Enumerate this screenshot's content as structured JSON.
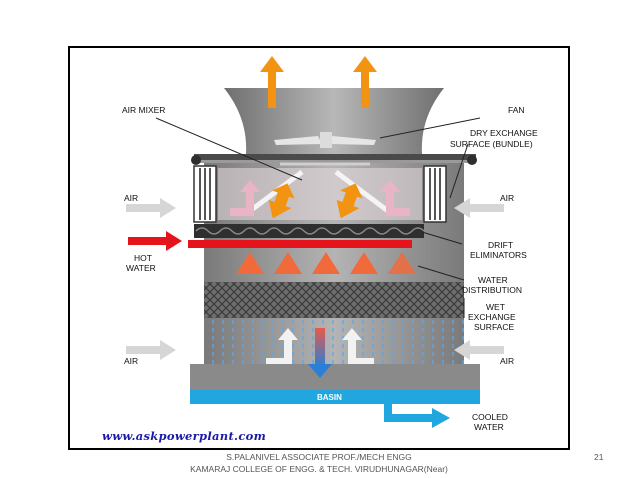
{
  "diagram": {
    "labels": {
      "air_mixer": "AIR MIXER",
      "fan": "FAN",
      "dry_exchange_1": "DRY EXCHANGE",
      "dry_exchange_2": "SURFACE (BUNDLE)",
      "air_top_left": "AIR",
      "air_top_right": "AIR",
      "drift_1": "DRIFT",
      "drift_2": "ELIMINATORS",
      "hot_water_1": "HOT",
      "hot_water_2": "WATER",
      "water_dist_1": "WATER",
      "water_dist_2": "DISTRIBUTION",
      "wet_exchange_1": "WET",
      "wet_exchange_2": "EXCHANGE",
      "wet_exchange_3": "SURFACE",
      "air_bottom_left": "AIR",
      "air_bottom_right": "AIR",
      "basin": "BASIN",
      "cooled_1": "COOLED",
      "cooled_2": "WATER"
    },
    "url": "www.askpowerplant.com",
    "colors": {
      "tower": "#8c8c8c",
      "hot": "#e4131c",
      "exhaust": "#f39312",
      "basin": "#21a6e0",
      "air": "#cfcfcf",
      "url": "#1a1aa8"
    }
  },
  "footer": {
    "line1": "S.PALANIVEL ASSOCIATE PROF./MECH ENGG",
    "line2": "KAMARAJ COLLEGE OF ENGG. & TECH. VIRUDHUNAGAR(Near)",
    "page": "21"
  }
}
